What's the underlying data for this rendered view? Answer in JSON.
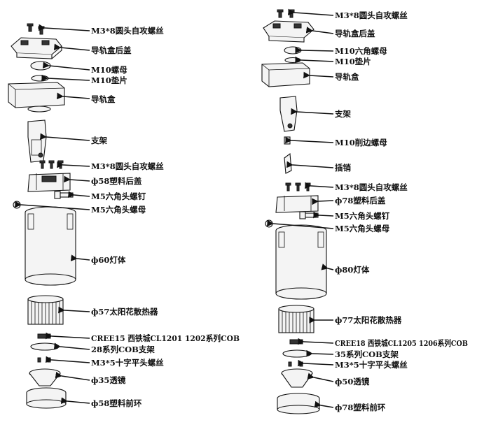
{
  "left_column": {
    "labels": [
      "M3*8圆头自攻螺丝",
      "导轨盒后盖",
      "M10螺母",
      "M10垫片",
      "导轨盒",
      "支架",
      "M3*8圆头自攻螺丝",
      "ф58塑料后盖",
      "M5六角头螺钉",
      "M5六角头螺母",
      "ф60灯体",
      "ф57太阳花散热器",
      "CREE15 西铁城CL1201 1202系列COB",
      "28系列COB支架",
      "M3*5十字平头螺丝",
      "ф35透镜",
      "ф58塑料前环"
    ]
  },
  "right_column": {
    "labels": [
      "M3*8圆头自攻螺丝",
      "导轨盒后盖",
      "M10六角螺母",
      "M10垫片",
      "导轨盒",
      "支架",
      "M10削边螺母",
      "插销",
      "M3*8圆头自攻螺丝",
      "ф78塑料后盖",
      "M5六角头螺钉",
      "M5六角头螺母",
      "ф80灯体",
      "ф77太阳花散热器",
      "CREE18 西铁城CL1205 1206系列COB",
      "35系列COB支架",
      "M3*5十字平头螺丝",
      "ф50透镜",
      "ф78塑料前环"
    ]
  }
}
